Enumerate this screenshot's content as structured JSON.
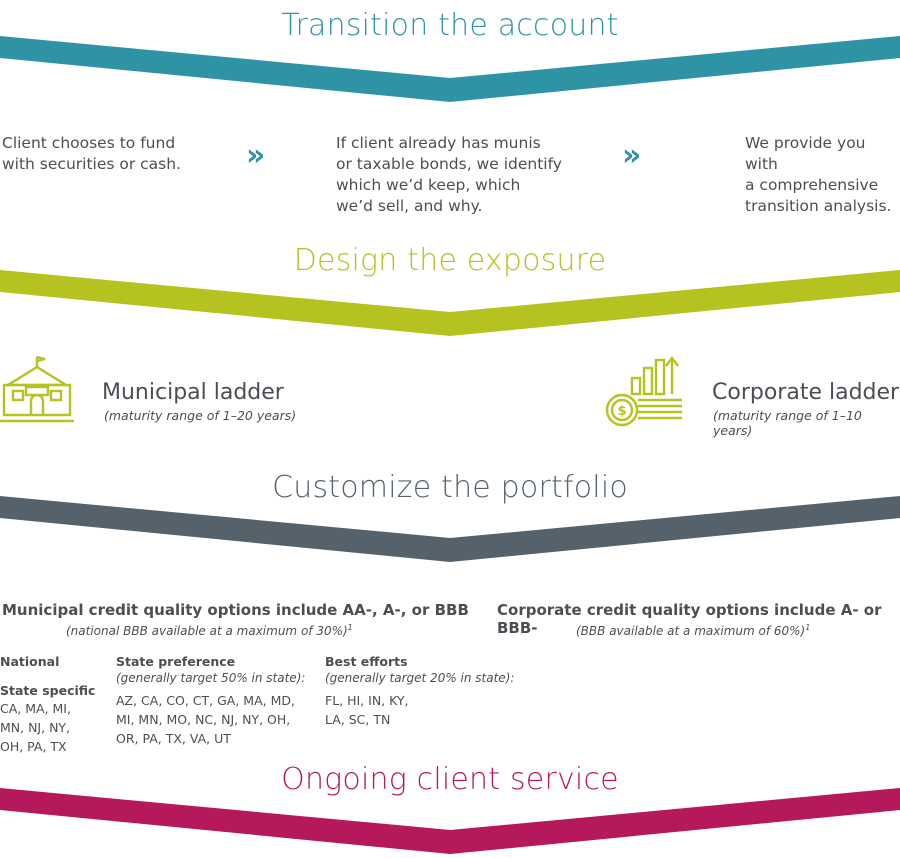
{
  "sections": [
    {
      "title": "Transition the account",
      "color": "#2f93a6"
    },
    {
      "title": "Design the exposure",
      "color": "#b5c21f"
    },
    {
      "title": "Customize the portfolio",
      "color": "#55626b"
    },
    {
      "title": "Ongoing client service",
      "color": "#b6195b"
    }
  ],
  "transition": {
    "steps": [
      [
        "Client chooses to fund",
        "with securities or cash."
      ],
      [
        "If client already has munis",
        "or taxable bonds, we identify",
        "which we’d keep, which",
        "we’d sell, and why."
      ],
      [
        "We provide you with",
        "a comprehensive",
        "transition analysis."
      ]
    ],
    "arrow_glyph": "»"
  },
  "exposure": {
    "municipal": {
      "title": "Municipal ladder",
      "subtitle": "(maturity range of 1–20 years)",
      "icon": "building-icon"
    },
    "corporate": {
      "title": "Corporate ladder",
      "subtitle": "(maturity range of 1–10 years)",
      "icon": "coin-growth-chart-icon"
    }
  },
  "customize": {
    "municipal": {
      "title": "Municipal credit quality options include AA-, A-, or BBB",
      "subtitle": "(national BBB available at a maximum of 30%)",
      "footnote": "1"
    },
    "corporate": {
      "title": "Corporate credit quality options include A- or BBB-",
      "subtitle": "(BBB available at a maximum of 60%)",
      "footnote": "1"
    },
    "national_label": "National",
    "state_specific": {
      "label": "State specific",
      "lines": [
        "CA, MA, MI,",
        "MN, NJ, NY,",
        "OH, PA, TX"
      ]
    },
    "state_preference": {
      "label": "State preference",
      "note": "(generally target 50% in state):",
      "lines": [
        "AZ, CA, CO, CT, GA, MA, MD,",
        "MI, MN, MO, NC, NJ, NY, OH,",
        "OR, PA, TX, VA, UT"
      ]
    },
    "best_efforts": {
      "label": "Best efforts",
      "note": "(generally target 20% in state):",
      "lines": [
        "FL, HI, IN, KY,",
        "LA, SC, TN"
      ]
    }
  }
}
